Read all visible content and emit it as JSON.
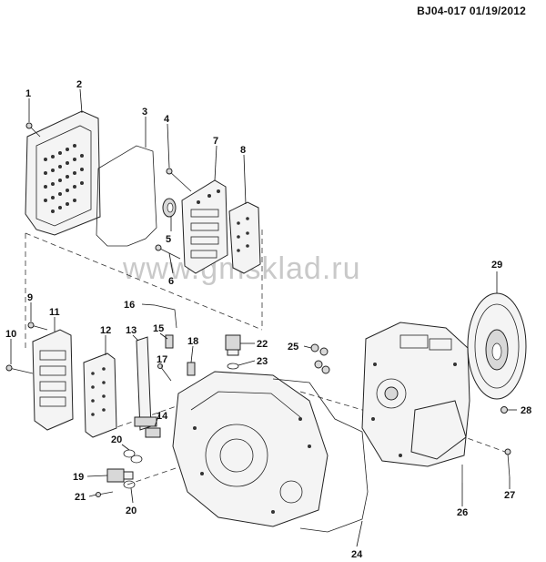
{
  "header": {
    "code": "BJ04-017  01/19/2012"
  },
  "watermark": "www.gmsklad.ru",
  "callouts": [
    "1",
    "2",
    "3",
    "4",
    "5",
    "6",
    "7",
    "8",
    "9",
    "10",
    "11",
    "12",
    "13",
    "14",
    "15",
    "16",
    "17",
    "18",
    "19",
    "20",
    "20",
    "21",
    "22",
    "23",
    "24",
    "25",
    "26",
    "27",
    "28",
    "29"
  ]
}
